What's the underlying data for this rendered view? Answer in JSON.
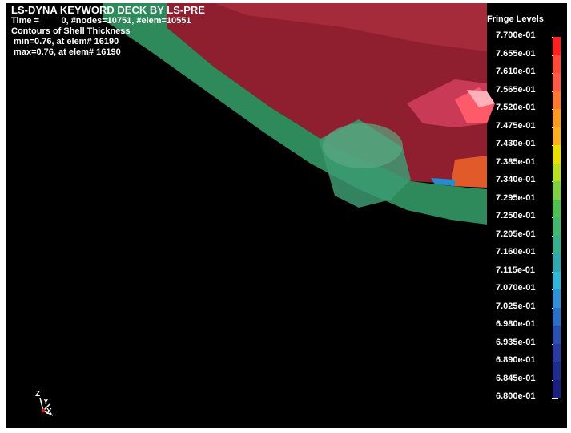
{
  "header": {
    "title": "LS-DYNA KEYWORD DECK BY LS-PRE",
    "time_line": "Time =         0, #nodes=10751, #elem=10551",
    "contour_line": "Contours of Shell Thickness",
    "min_line": " min=0.76, at elem# 16190",
    "max_line": " max=0.76, at elem# 16190"
  },
  "legend": {
    "title": "Fringe Levels",
    "levels": [
      "7.700e-01",
      "7.655e-01",
      "7.610e-01",
      "7.565e-01",
      "7.520e-01",
      "7.475e-01",
      "7.430e-01",
      "7.385e-01",
      "7.340e-01",
      "7.295e-01",
      "7.250e-01",
      "7.205e-01",
      "7.160e-01",
      "7.115e-01",
      "7.070e-01",
      "7.025e-01",
      "6.980e-01",
      "6.935e-01",
      "6.890e-01",
      "6.845e-01",
      "6.800e-01"
    ],
    "colors": [
      "#ff2020",
      "#ff4a3a",
      "#ff5a45",
      "#ff7a30",
      "#ff9a20",
      "#ffb020",
      "#e8e000",
      "#b8e020",
      "#80d040",
      "#50c050",
      "#40b870",
      "#38b090",
      "#30a8b0",
      "#30b8d8",
      "#3090d8",
      "#2a70c8",
      "#2a50b0",
      "#2a3aa0",
      "#202c90",
      "#1a2080"
    ]
  },
  "axes": {
    "z": "Z",
    "y": "Y",
    "x": "X"
  }
}
